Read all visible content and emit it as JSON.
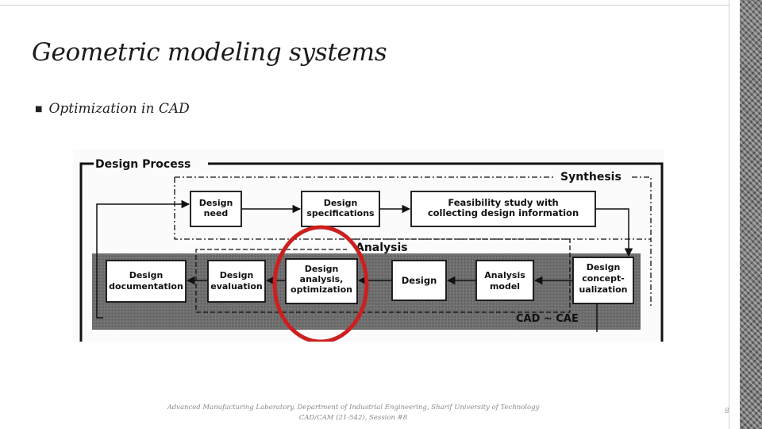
{
  "slide": {
    "title": "Geometric modeling systems",
    "bullet": "Optimization in CAD"
  },
  "diagram": {
    "design_process_label": "Design Process",
    "synthesis_label": "Synthesis",
    "analysis_label": "Analysis",
    "cad_cae_label": "CAD ~ CAE",
    "boxes": {
      "design_need": [
        "Design",
        "need"
      ],
      "design_specifications": [
        "Design",
        "specifications"
      ],
      "feasibility_study": [
        "Feasibility study with",
        "collecting design information"
      ],
      "design_documentation": [
        "Design",
        "documentation"
      ],
      "design_evaluation": [
        "Design",
        "evaluation"
      ],
      "design_analysis": [
        "Design",
        "analysis,",
        "optimization"
      ],
      "design": [
        "Design"
      ],
      "analysis_model": [
        "Analysis",
        "model"
      ],
      "design_conceptualization": [
        "Design",
        "concept-",
        "ualization"
      ]
    },
    "highlight_color": "#cc1f1f",
    "cad_band_color": "#6a6a6a"
  },
  "footer": {
    "line1": "Advanced Manufacturing Laboratory, Department of Industrial Engineering, Sharif University of Technology",
    "line2": "CAD/CAM (21-542), Session #8",
    "page_number": "8"
  }
}
